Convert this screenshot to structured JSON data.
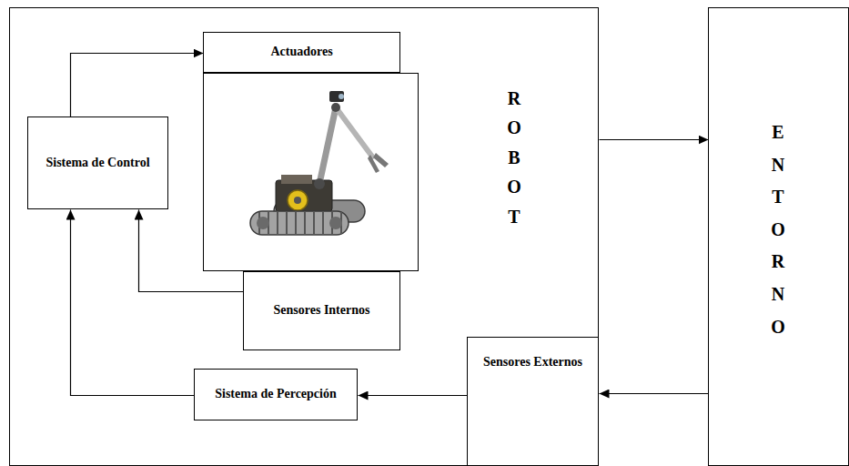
{
  "diagram": {
    "nodes": [
      {
        "text": [
          "ROBOT"
        ]
      },
      {
        "text": [
          "Sistema de Control"
        ],
        "in": 0
      },
      {
        "text": [
          "Actuadores"
        ],
        "in": 0
      },
      {
        "text": [
          "Sensores Internos"
        ],
        "in": 0
      },
      {
        "text": [
          "Sistema de Percepción"
        ],
        "in": 0
      },
      {
        "text": [
          "Sensores Externos"
        ],
        "in": 0
      },
      {
        "text": [
          "ENTORNO"
        ]
      }
    ],
    "edges": [
      {
        "from": 1,
        "to": 2,
        "arrow": "to"
      },
      {
        "from": 3,
        "to": 1,
        "arrow": "to"
      },
      {
        "from": 5,
        "to": 4,
        "arrow": "to"
      },
      {
        "from": 4,
        "to": 1,
        "arrow": "to"
      },
      {
        "from": 0,
        "to": 6,
        "arrow": "to"
      },
      {
        "from": 6,
        "to": 5,
        "arrow": "to"
      }
    ]
  }
}
